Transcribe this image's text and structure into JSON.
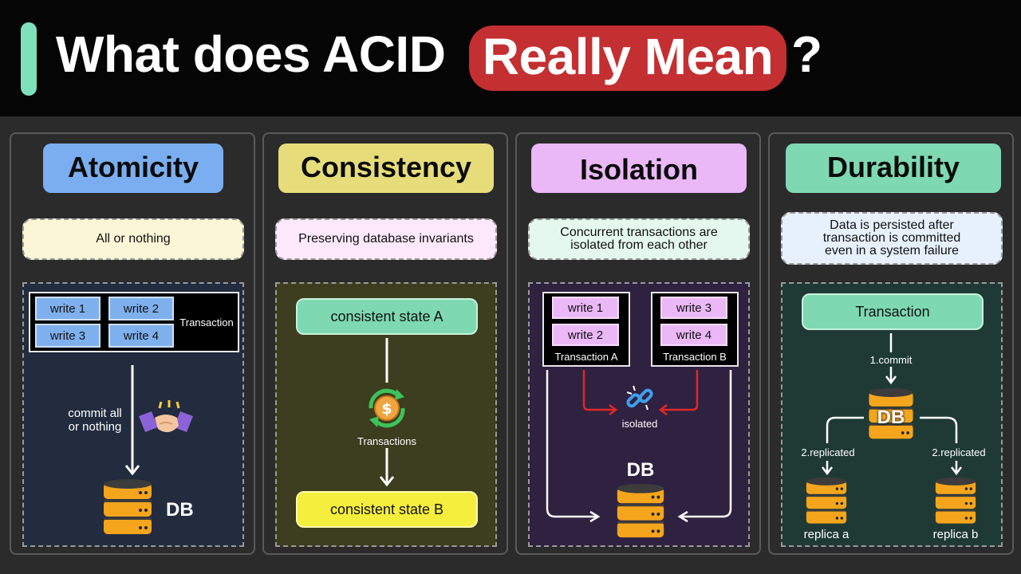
{
  "title": {
    "main": "What does ACID",
    "highlight": "Really Mean",
    "question_mark": "?"
  },
  "colors": {
    "header_bg": "#050505",
    "accent_bar": "#7fe0bd",
    "highlight_pill": "#c42f31",
    "atomicity": "#7aaef0",
    "consistency": "#e6dd7a",
    "isolation": "#eab8f6",
    "durability": "#7ed9b2"
  },
  "panels": {
    "atomicity": {
      "heading": "Atomicity",
      "description": "All or nothing",
      "writes": [
        "write 1",
        "write 2",
        "write 3",
        "write 4"
      ],
      "transaction_label": "Transaction",
      "arrow_label": "commit all\nor nothing",
      "db_label": "DB",
      "icons": [
        "handshake-icon",
        "database-icon"
      ]
    },
    "consistency": {
      "heading": "Consistency",
      "description": "Preserving database invariants",
      "state_a": "consistent state A",
      "transactions_label": "Transactions",
      "state_b": "consistent state B",
      "icons": [
        "dollar-cycle-icon"
      ]
    },
    "isolation": {
      "heading": "Isolation",
      "description": "Concurrent transactions are\nisolated from each other",
      "transaction_a": {
        "writes": [
          "write 1",
          "write 2"
        ],
        "label": "Transaction A"
      },
      "transaction_b": {
        "writes": [
          "write 3",
          "write 4"
        ],
        "label": "Transaction B"
      },
      "isolated_label": "isolated",
      "db_label": "DB",
      "icons": [
        "broken-link-icon",
        "database-icon"
      ]
    },
    "durability": {
      "heading": "Durability",
      "description": "Data is persisted after\ntransaction is committed\neven in a system failure",
      "transaction": "Transaction",
      "commit_label": "1.commit",
      "db_label": "DB",
      "replicated_left": "2.replicated",
      "replicated_right": "2.replicated",
      "replica_a": "replica a",
      "replica_b": "replica b",
      "icons": [
        "database-icon"
      ]
    }
  }
}
